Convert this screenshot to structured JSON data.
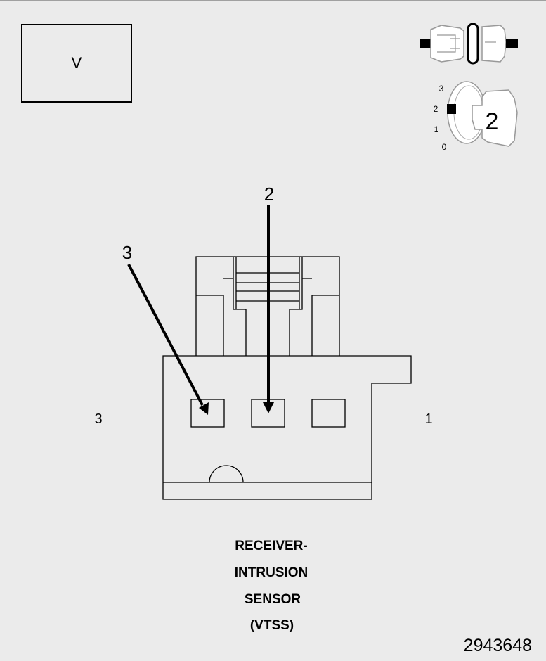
{
  "meter": {
    "mode_label": "V"
  },
  "ignition": {
    "positions": [
      "3",
      "2",
      "1",
      "0"
    ],
    "key_position": "2"
  },
  "connector": {
    "callouts": [
      "2",
      "3"
    ],
    "side_left": "3",
    "side_right": "1",
    "name_lines": [
      "RECEIVER-",
      "INTRUSION",
      "SENSOR",
      "(VTSS)"
    ]
  },
  "figure_number": "2943648",
  "colors": {
    "background": "#ebebeb",
    "line": "#000000",
    "icon_fill": "#ffffff"
  }
}
